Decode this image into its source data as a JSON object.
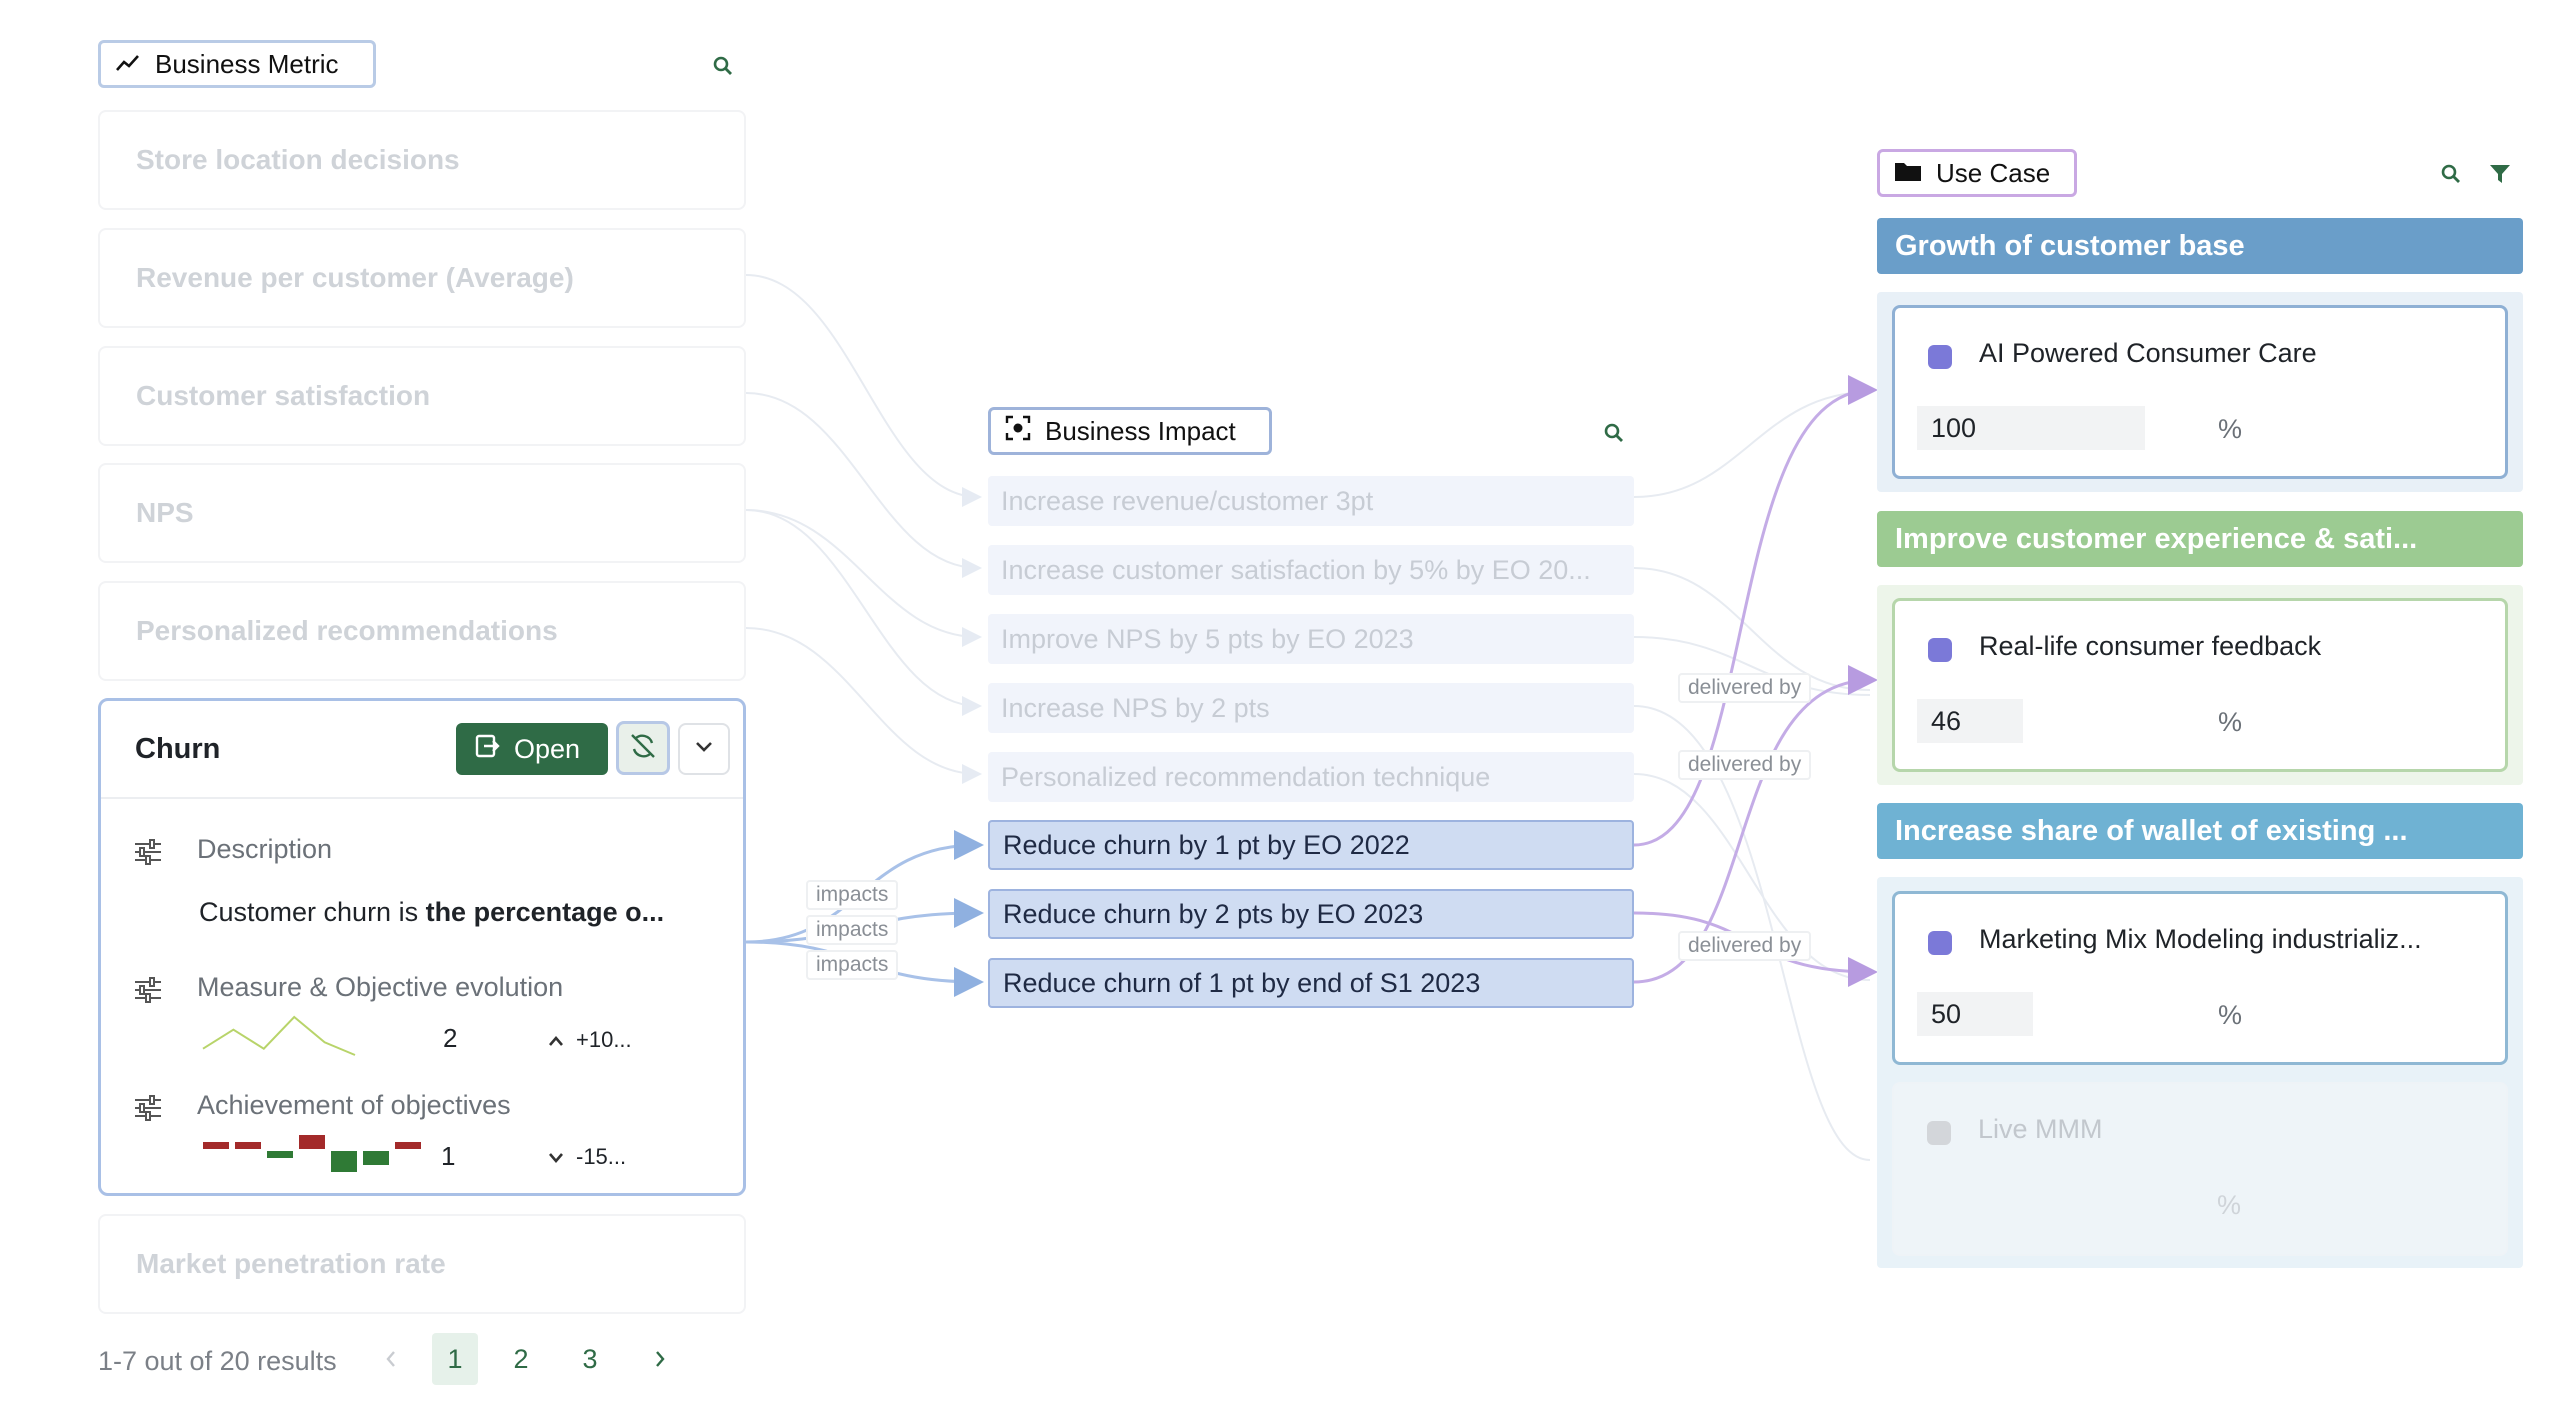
{
  "business_metric": {
    "header": "Business Metric",
    "items": [
      "Store location decisions",
      "Revenue per customer (Average)",
      "Customer satisfaction",
      "NPS",
      "Personalized recommendations"
    ],
    "card": {
      "title": "Churn",
      "open_label": "Open",
      "description_label": "Description",
      "description_prefix": "Customer churn is ",
      "description_bold": "the percentage o...",
      "measure_label": "Measure & Objective evolution",
      "measure_value": "2",
      "measure_delta": "+10...",
      "measure_sparkline": [
        2,
        5,
        2,
        7,
        3,
        1
      ],
      "achievement_label": "Achievement of objectives",
      "achievement_value": "1",
      "achievement_delta": "-15...",
      "achievement_bars": [
        1,
        1,
        -1,
        2,
        -3,
        -2,
        1
      ]
    },
    "last_item": "Market penetration rate",
    "pagination": {
      "summary": "1-7 out of 20 results",
      "pages": [
        "1",
        "2",
        "3"
      ],
      "current": "1"
    }
  },
  "business_impact": {
    "header": "Business Impact",
    "items": [
      "Increase revenue/customer 3pt",
      "Increase customer satisfaction by 5% by EO 20...",
      "Improve NPS by 5 pts by EO 2023",
      "Increase NPS by 2 pts",
      "Personalized recommendation technique",
      "Reduce churn by 1 pt by EO 2022",
      "Reduce churn by 2 pts by EO 2023",
      "Reduce churn of 1 pt by end of S1 2023"
    ],
    "active_from": 5
  },
  "edge_labels": {
    "impacts": "impacts",
    "delivered_by": "delivered by"
  },
  "use_case": {
    "header": "Use Case",
    "groups": [
      {
        "title": "Growth of customer base",
        "color": "#6a9ec9",
        "cards": [
          {
            "name": "AI Powered Consumer Care",
            "value": "100",
            "unit": "%",
            "dot_color": "#7b79d8"
          }
        ]
      },
      {
        "title": "Improve customer experience & sati...",
        "color": "#9ccb92",
        "cards": [
          {
            "name": "Real-life consumer feedback",
            "value": "46",
            "unit": "%",
            "dot_color": "#7b79d8"
          }
        ]
      },
      {
        "title": "Increase share of wallet of existing ...",
        "color": "#6fb2d3",
        "cards": [
          {
            "name": "Marketing Mix Modeling industrializ...",
            "value": "50",
            "unit": "%",
            "dot_color": "#7b79d8"
          },
          {
            "name": "Live MMM",
            "value": "",
            "unit": "%",
            "dot_color": "#d3d6da"
          }
        ]
      }
    ]
  }
}
